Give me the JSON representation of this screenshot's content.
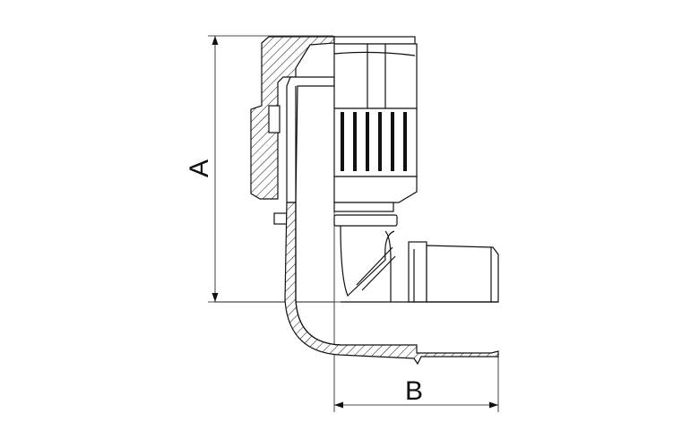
{
  "diagram": {
    "type": "elbow-fitting-technical-drawing",
    "dimensions": [
      {
        "id": "A",
        "label": "A",
        "orientation": "vertical"
      },
      {
        "id": "B",
        "label": "B",
        "orientation": "horizontal"
      }
    ],
    "colors": {
      "line": "#111111",
      "background": "#ffffff"
    }
  }
}
